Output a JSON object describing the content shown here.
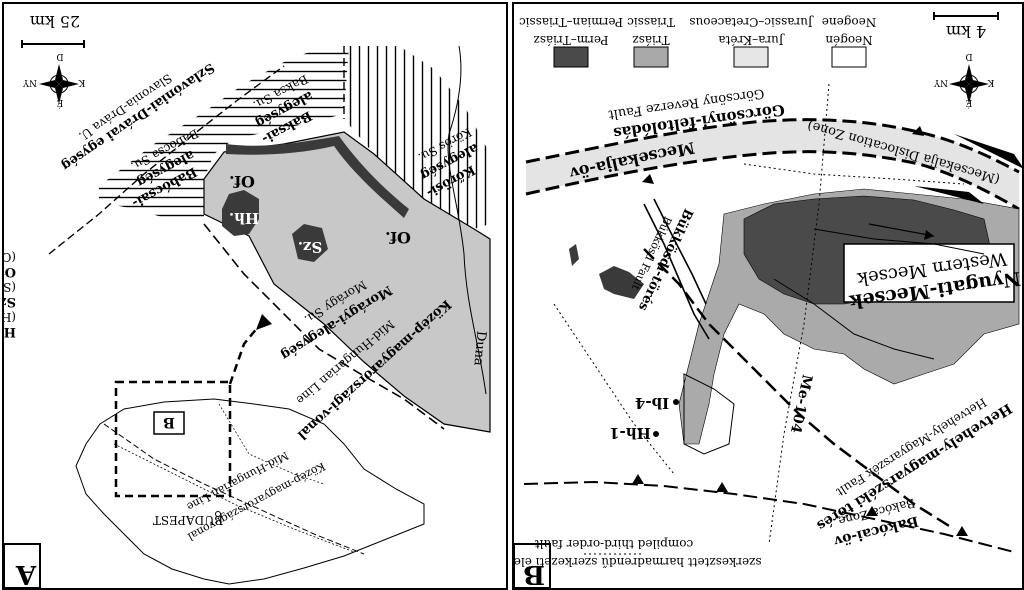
{
  "panel_a": {
    "letter": "A",
    "scale_label": "25 km",
    "compass": {
      "n": "D",
      "s": "É",
      "e": "K",
      "w": "NY"
    },
    "unit_labels": {
      "slavonia_en": "Slavonia-Dráva U.",
      "slavonia_hu": "Szlavóniai-Drávai egység",
      "babocsa_en": "Babócsa Su.",
      "babocsa_hu1": "alegység",
      "babocsa_hu2": "Babócsai-",
      "baksa_en": "Baksa Su.",
      "baksa_hu1": "alegység",
      "baksa_hu2": "Baksai-",
      "koros_en": "Körös Su.",
      "koros_hu1": "alegység",
      "koros_hu2": "Kőrösi-",
      "mid_hungarian_1": "Mid-Hungarian Line",
      "mid_hungarian_2": "Mid-Hungarian Line",
      "kozep_1": "Közép-magyarországi-vonal",
      "kozep_2": "Közép-magyarországi-vonal",
      "morágy_en": "Morágy Su.",
      "morágy_hu": "Morágyi-alegység",
      "duna": "Duna",
      "budapest": "BUDAPEST",
      "box_b": "B"
    },
    "map_labels": {
      "of1": "Of.",
      "of2": "Of.",
      "hh": "Hh.",
      "sz": "Sz."
    },
    "legend": [
      {
        "text": "(Ofalu U.)"
      },
      {
        "text": "Of. – Ófalui-egység"
      },
      {
        "text": "(Szalatnak U.)"
      },
      {
        "text": "Sz. – Szalatnaki-egység"
      },
      {
        "text": "(Horváthertelend U.)"
      },
      {
        "text": "Hh. – Horváthertelendi-egység"
      }
    ]
  },
  "panel_b": {
    "letter": "B",
    "scale_label": "4 km",
    "compass": {
      "n": "D",
      "s": "É",
      "e": "K",
      "w": "NY"
    },
    "legend": [
      {
        "en": "Permian–Triassic",
        "hu": "Perm–Triász",
        "color": "#4a4a4a"
      },
      {
        "en": "Triassic",
        "hu": "Triász",
        "color": "#a9a9a9"
      },
      {
        "en": "Jurassic–Cretaceous",
        "hu": "Jura–Kréta",
        "color": "#e6e6e6"
      },
      {
        "en": "Neogene",
        "hu": "Neogén",
        "color": "#ffffff"
      }
    ],
    "labels": {
      "gorcsony_en": "Görcsöny Reverze Fault",
      "gorcsony_hu": "Görcsönyi-feltolódás",
      "mecsekalja_hu": "Mecsekalja-öv",
      "mecsekalja_en": "(Mecsekalja Dislocation Zone)",
      "bukkosd_en": "Bükkösd Fault",
      "bukkosd_hu": "Bükkösdi-törés",
      "western_en": "Western Mecsek",
      "western_hu": "Nyugati-Mecsek",
      "hetvehely_en": "Hetvehely-Magyarszék Fault",
      "hetvehely_hu": "Hetvehely-magyarszéki törés",
      "bakocai_en": "Bakóca Zone",
      "bakocai_hu": "Bakócai-öv",
      "me104": "Me-104",
      "ib4": "Ib-4",
      "hh1": "Hh-1",
      "compiled_en": "compiled third-order fault",
      "compiled_hu": "szerkesztett harmadrendű szerkezeti elem"
    }
  }
}
